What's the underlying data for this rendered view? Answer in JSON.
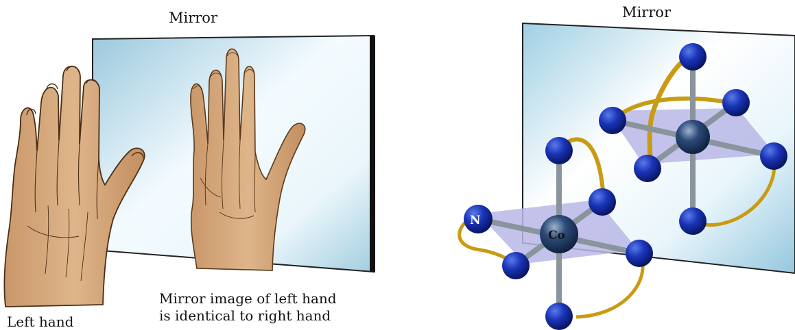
{
  "labels": {
    "mirror_left": "Mirror",
    "mirror_right": "Mirror",
    "left_hand": "Left hand",
    "caption_line1": "Mirror image of left hand",
    "caption_line2": "is identical to right hand",
    "atom_n": "N",
    "atom_co": "Co"
  },
  "colors": {
    "skin": "#d2a679",
    "skin_dark": "#a8794d",
    "mirror_light": "#ffffff",
    "mirror_blue": "#a9d3e6",
    "atom_blue": "#0b1f8c",
    "bond_gray": "#8a949c",
    "ribbon_gold": "#c89b12",
    "plane_lavender": "#b9b7e6"
  }
}
